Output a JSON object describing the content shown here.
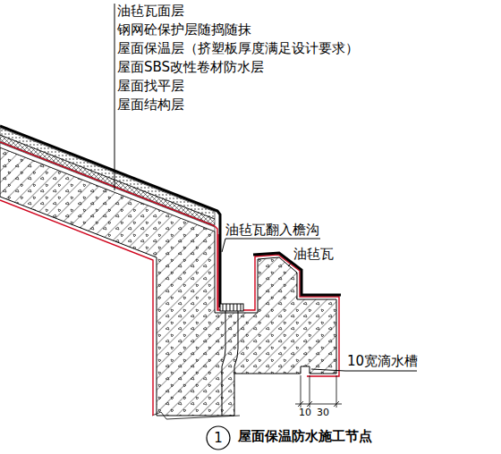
{
  "diagram": {
    "caption": "屋面保温防水施工节点",
    "nodes": [
      {
        "text": [
          "1"
        ]
      }
    ],
    "labels": [
      "油毡瓦面层",
      "钢网砼保护层随捣随抹",
      "屋面保温层（挤塑板厚度满足设计要求）",
      "屋面SBS改性卷材防水层",
      "屋面找平层",
      "屋面结构层",
      "油毡瓦翻入檐沟",
      "油毡瓦",
      "10宽滴水槽",
      "10",
      "30"
    ]
  }
}
